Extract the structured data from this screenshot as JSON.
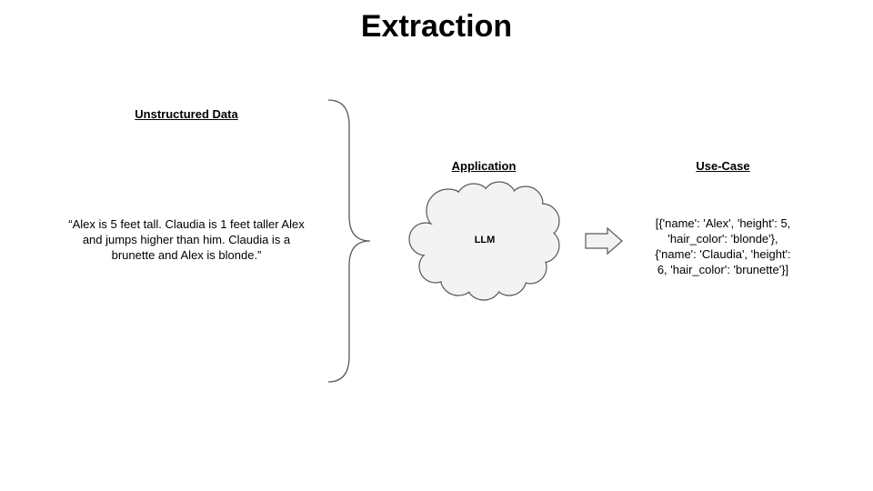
{
  "slide": {
    "title": "Extraction"
  },
  "unstructured": {
    "heading": "Unstructured Data",
    "text": "“Alex is 5 feet tall. Claudia is 1 feet taller Alex and jumps higher than him. Claudia is a brunette and Alex is blonde.”"
  },
  "application": {
    "heading": "Application",
    "cloud_label": "LLM"
  },
  "use_case": {
    "heading": "Use-Case",
    "output_lines": [
      "[{'name': 'Alex', 'height': 5,",
      "'hair_color': 'blonde'},",
      "{'name': 'Claudia', 'height':",
      "6, 'hair_color': 'brunette'}]"
    ]
  },
  "colors": {
    "text": "#000000",
    "cloud_fill": "#f3f3f3",
    "shape_outline": "#595959"
  },
  "icons": {
    "brace": "right-curly-brace",
    "cloud": "cloud-shape",
    "arrow": "right-arrow"
  }
}
